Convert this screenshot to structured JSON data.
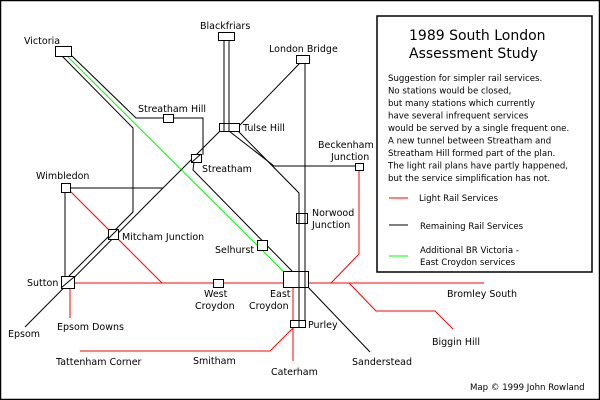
{
  "title_lines": [
    "1989 South London",
    "Assessment Study"
  ],
  "description_lines": [
    "Suggestion for simpler rail services.",
    "No stations would be closed,",
    "but many stations which currently",
    "have several infrequent services",
    "would be served by a single frequent one.",
    "A new tunnel between Streatham and",
    "Streatham Hill formed part of the plan.",
    "The light rail plans have partly happened,",
    "but the service simplification has not."
  ],
  "legend": [
    {
      "label_lines": [
        "Light Rail Services"
      ],
      "color": "#ff0000"
    },
    {
      "label_lines": [
        "Remaining Rail Services"
      ],
      "color": "#000000"
    },
    {
      "label_lines": [
        "Additional BR Victoria -",
        "East Croydon services"
      ],
      "color": "#00ff00"
    }
  ],
  "stations": {
    "victoria": "Victoria",
    "blackfriars": "Blackfriars",
    "london_bridge": "London Bridge",
    "streatham_hill": "Streatham Hill",
    "tulse_hill": "Tulse Hill",
    "streatham": "Streatham",
    "beckenham": [
      "Beckenham",
      "Junction"
    ],
    "wimbledon": "Wimbledon",
    "mitcham": "Mitcham Junction",
    "norwood": [
      "Norwood",
      "Junction"
    ],
    "selhurst": "Selhurst",
    "sutton": "Sutton",
    "west_croydon": [
      "West",
      "Croydon"
    ],
    "east_croydon": [
      "East",
      "Croydon"
    ],
    "bromley_south": "Bromley South",
    "epsom": "Epsom",
    "epsom_downs": "Epsom Downs",
    "purley": "Purley",
    "biggin_hill": "Biggin Hill",
    "tattenham": "Tattenham Corner",
    "smitham": "Smitham",
    "sanderstead": "Sanderstead",
    "caterham": "Caterham"
  },
  "copyright": "Map © 1999 John Rowland",
  "colors": {
    "light_rail": "#ff0000",
    "rail": "#000000",
    "additional": "#00ff00"
  }
}
